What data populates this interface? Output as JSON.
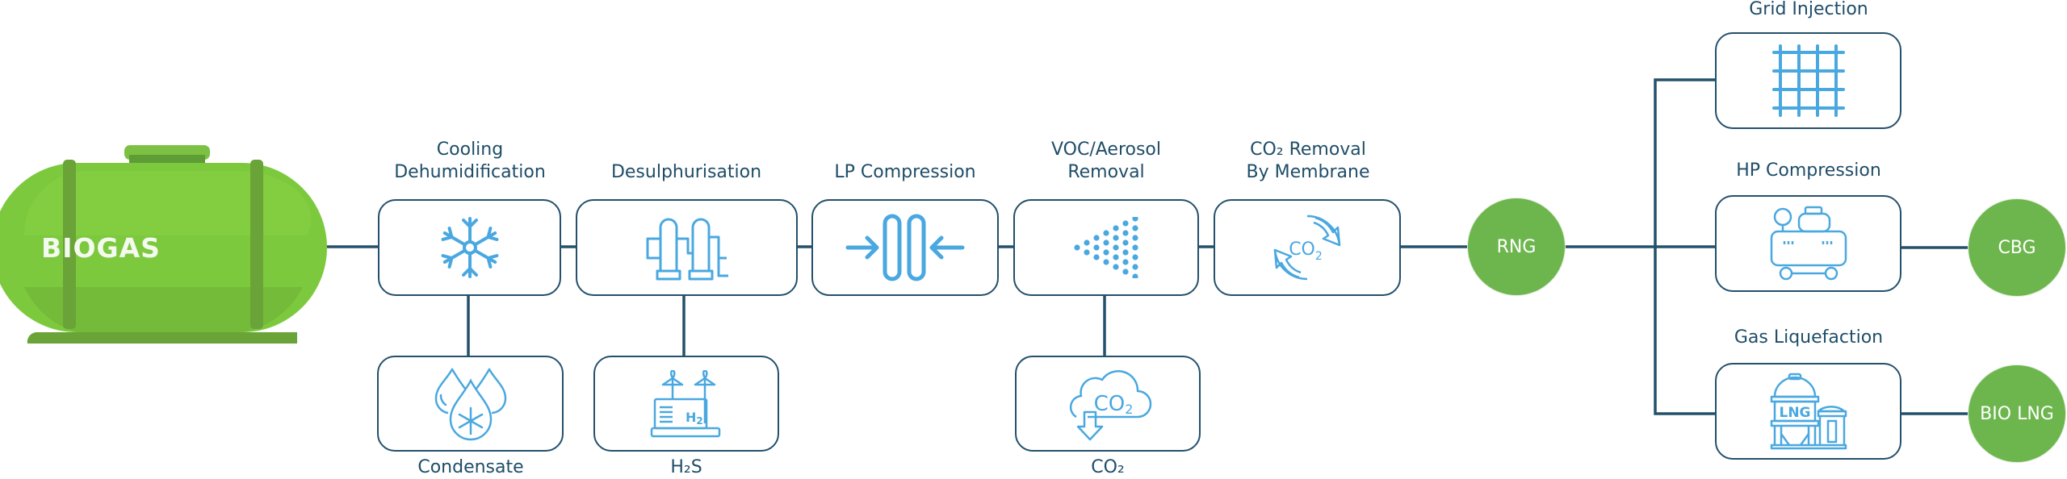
{
  "source": {
    "label": "BIOGAS",
    "icon": "biogas-tank-icon"
  },
  "main_steps": [
    {
      "id": "cooling",
      "label_lines": [
        "Cooling",
        "Dehumidification"
      ],
      "icon": "snowflake-icon"
    },
    {
      "id": "desulph",
      "label_lines": [
        "Desulphurisation"
      ],
      "icon": "scrubber-towers-icon"
    },
    {
      "id": "lp",
      "label_lines": [
        "LP Compression"
      ],
      "icon": "compression-arrows-icon"
    },
    {
      "id": "voc",
      "label_lines": [
        "VOC/Aerosol",
        "Removal"
      ],
      "icon": "spray-dots-icon"
    },
    {
      "id": "co2m",
      "label_lines": [
        "CO₂ Removal",
        "By Membrane"
      ],
      "icon": "co2-cycle-icon"
    }
  ],
  "byproducts": [
    {
      "id": "condensate",
      "label": "Condensate",
      "icon": "water-drops-snowflake-icon"
    },
    {
      "id": "h2s",
      "label": "H₂S",
      "icon": "h2-wind-plant-icon"
    },
    {
      "id": "co2",
      "label": "CO₂",
      "icon": "co2-cloud-icon"
    }
  ],
  "intermediate": {
    "label": "RNG"
  },
  "branches": [
    {
      "id": "grid",
      "label": "Grid Injection",
      "icon": "grid-icon",
      "output": null
    },
    {
      "id": "hp",
      "label": "HP Compression",
      "icon": "air-compressor-icon",
      "output": "CBG"
    },
    {
      "id": "lng",
      "label": "Gas Liquefaction",
      "icon": "lng-tank-icon",
      "output": "BIO LNG"
    }
  ],
  "colors": {
    "line": "#24506b",
    "icon": "#4aa8e0",
    "green": "#6db64e",
    "text": "#1f4d68"
  }
}
